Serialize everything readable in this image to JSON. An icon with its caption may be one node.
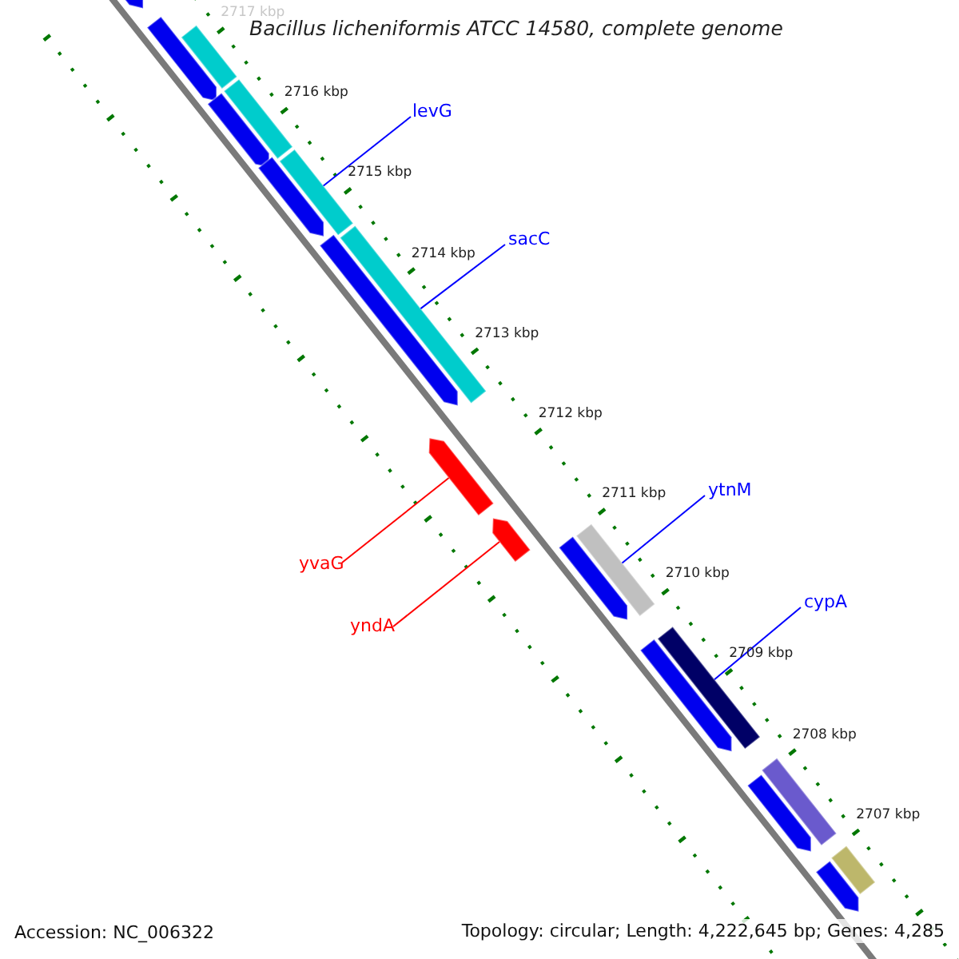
{
  "diagram": {
    "title": "Bacillus licheniformis ATCC 14580, complete genome",
    "nodes": [
      {
        "text": [
          "levG"
        ]
      },
      {
        "text": [
          "sacC"
        ]
      },
      {
        "text": [
          "ytnM"
        ]
      },
      {
        "text": [
          "cypA"
        ]
      },
      {
        "text": [
          "yvaG"
        ]
      },
      {
        "text": [
          "yndA"
        ]
      },
      {
        "text": [],
        "shape": "bar"
      },
      {
        "text": [],
        "shape": "bar"
      },
      {
        "text": [],
        "shape": "bar"
      },
      {
        "text": [],
        "shape": "bar"
      },
      {
        "text": [],
        "shape": "bar"
      },
      {
        "text": [],
        "shape": "bar"
      },
      {
        "text": [],
        "shape": "bar"
      },
      {
        "text": [],
        "shape": "bar"
      },
      {
        "text": [],
        "shape": "bar"
      },
      {
        "text": [],
        "shape": "bar"
      },
      {
        "text": [],
        "shape": "bar"
      },
      {
        "text": [],
        "shape": "bar"
      },
      {
        "text": [],
        "shape": "bar"
      },
      {
        "text": [],
        "shape": "bar"
      },
      {
        "text": [],
        "shape": "bar"
      },
      {
        "text": [],
        "shape": "bar"
      },
      {
        "text": [],
        "shape": "bar"
      },
      {
        "text": [],
        "shape": "bar"
      },
      {
        "text": [],
        "shape": "bar"
      }
    ],
    "edges": [
      {
        "from": 0,
        "to": 12,
        "arrow": "none"
      },
      {
        "from": 1,
        "to": 14,
        "arrow": "none"
      },
      {
        "from": 2,
        "to": 17,
        "arrow": "none"
      },
      {
        "from": 3,
        "to": 20,
        "arrow": "none"
      },
      {
        "from": 4,
        "to": 15,
        "arrow": "none",
        "color": "#ff0000"
      },
      {
        "from": 5,
        "to": 16,
        "arrow": "none",
        "color": "#ff0000"
      }
    ],
    "labels": [
      "2717 kbp",
      "2716 kbp",
      "2715 kbp",
      "2714 kbp",
      "2713 kbp",
      "2712 kbp",
      "2711 kbp",
      "2710 kbp",
      "2709 kbp",
      "2708 kbp",
      "2707 kbp",
      "Accession: NC_006322",
      "Topology: circular; Length: 4,222,645 bp; Genes: 4,285"
    ]
  }
}
